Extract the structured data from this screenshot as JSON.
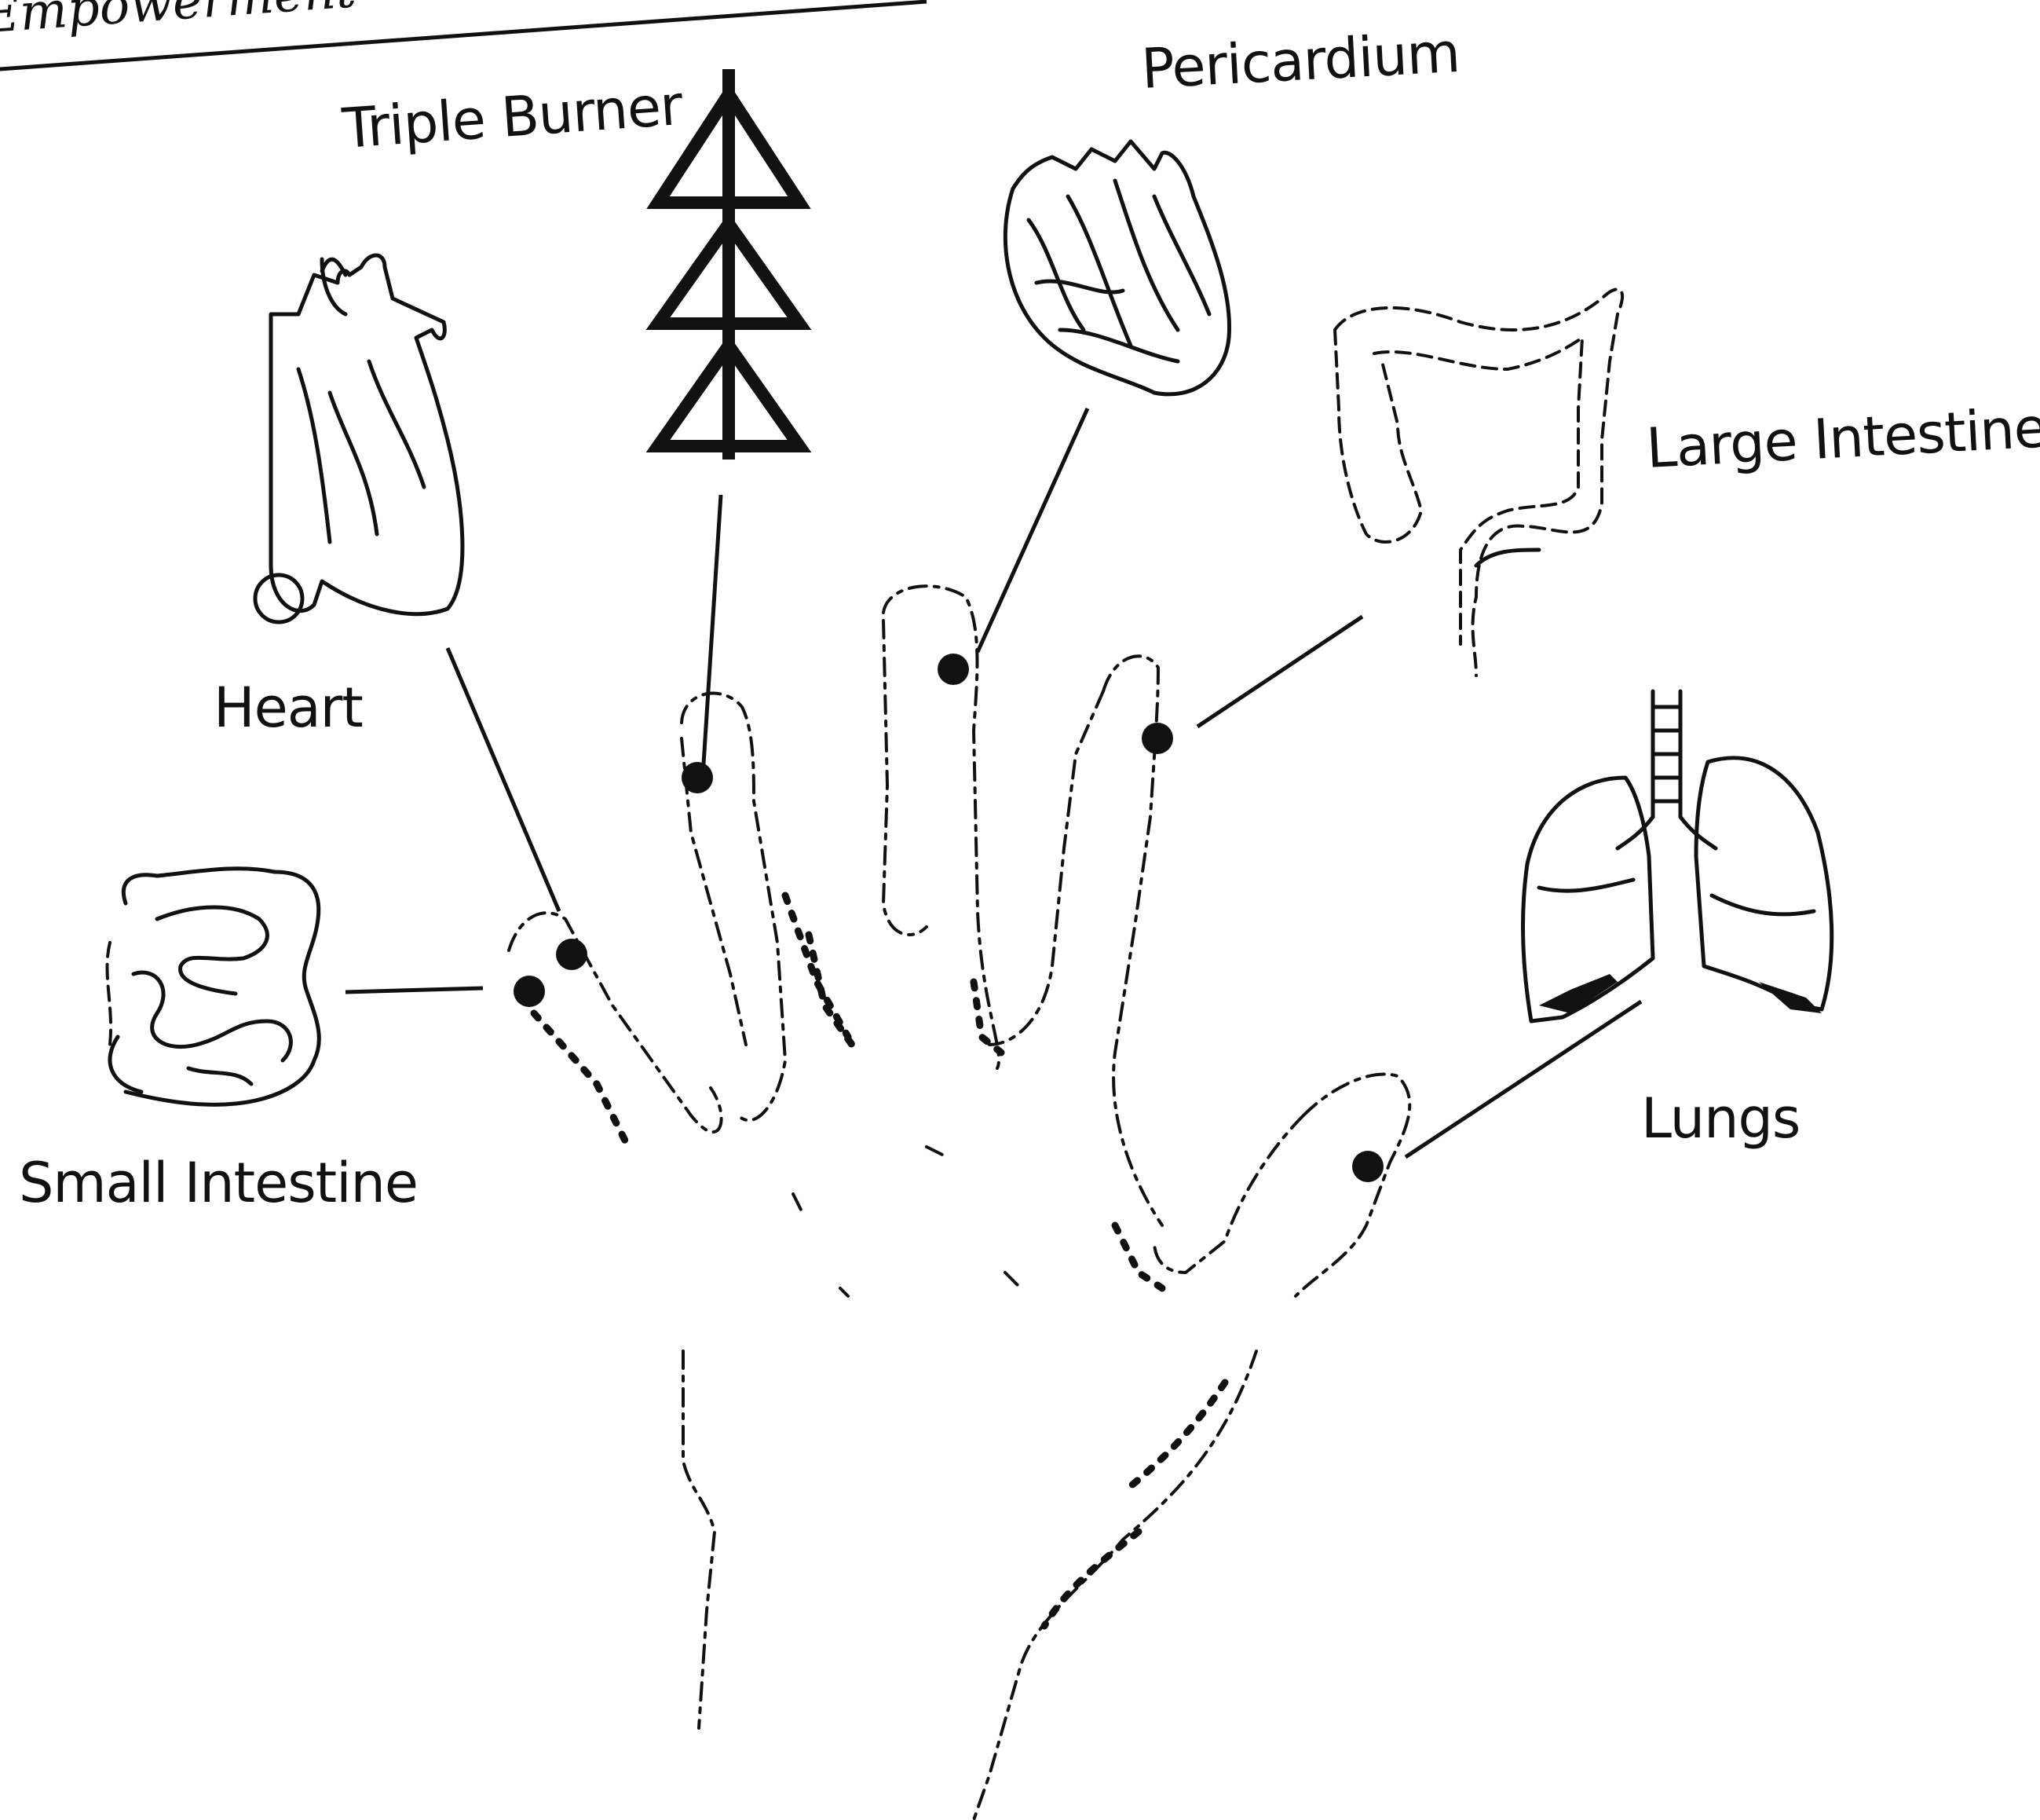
{
  "header": {
    "text": "Empowerment"
  },
  "diagram": {
    "labels": {
      "triple_burner": "Triple Burner",
      "pericardium": "Pericardium",
      "heart": "Heart",
      "large_intestine": "Large Intestine",
      "small_intestine": "Small Intestine",
      "lungs": "Lungs"
    }
  }
}
